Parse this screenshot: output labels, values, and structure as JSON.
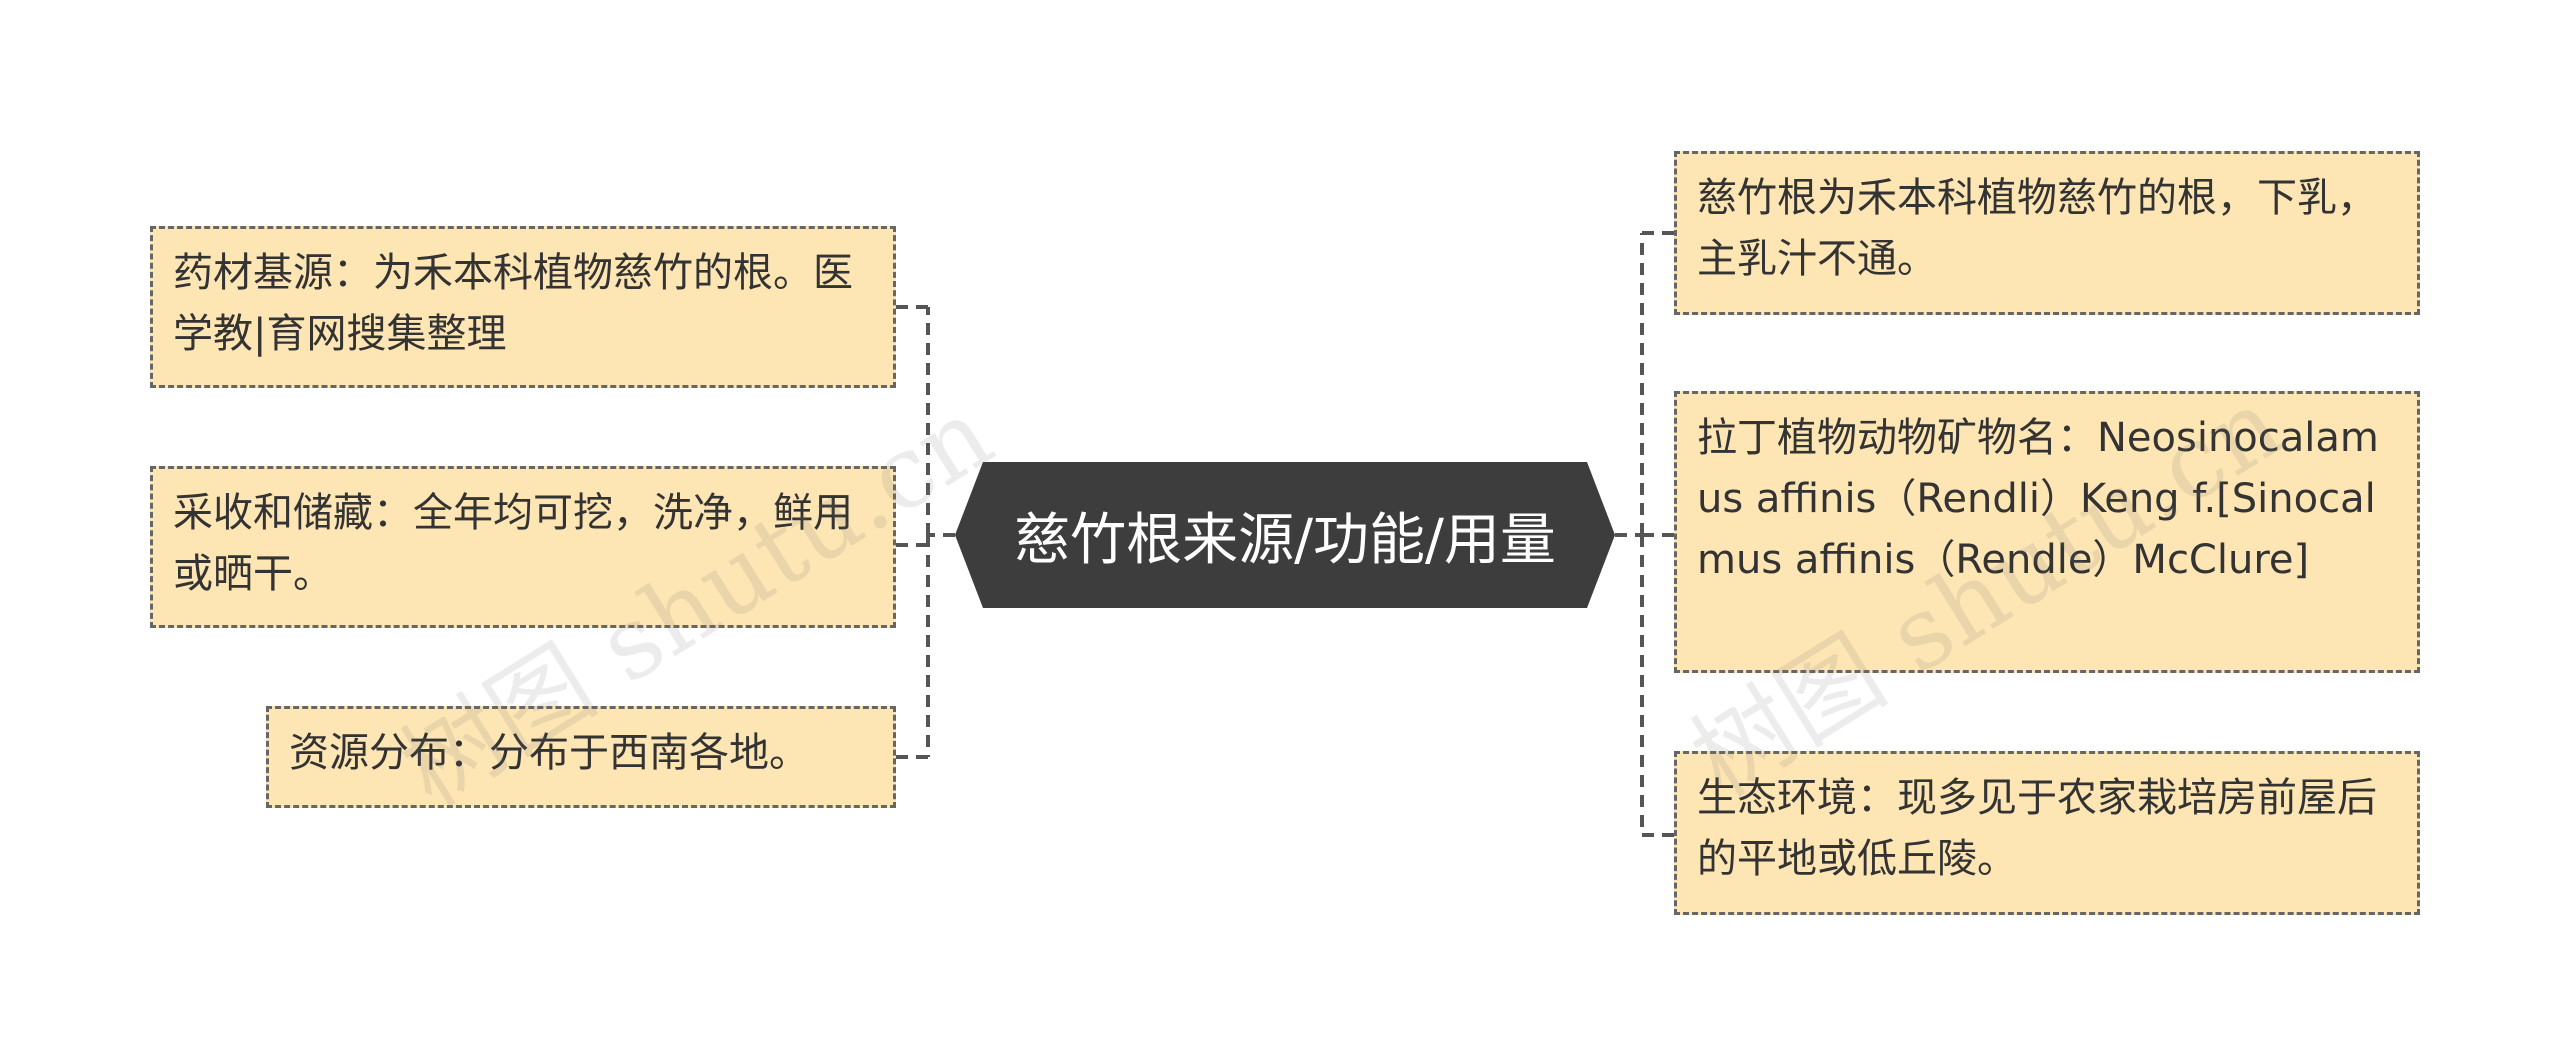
{
  "root": {
    "label": "慈竹根来源/功能/用量"
  },
  "left": [
    {
      "text": "药材基源：为禾本科植物慈竹的根。医学教|育网搜集整理"
    },
    {
      "text": "采收和储藏：全年均可挖，洗净，鲜用或晒干。"
    },
    {
      "text": "资源分布：分布于西南各地。"
    }
  ],
  "right": [
    {
      "text": "慈竹根为禾本科植物慈竹的根，下乳，主乳汁不通。"
    },
    {
      "text": "拉丁植物动物矿物名：Neosinocalamus affinis（Rendli）Keng f.[Sinocalmus affinis（Rendle）McClure]"
    },
    {
      "text": "生态环境：现多见于农家栽培房前屋后的平地或低丘陵。"
    }
  ],
  "watermark": {
    "text": "树图 shutu.cn"
  },
  "colors": {
    "root_fill": "#3d3d3d",
    "node_fill": "#fde5b4",
    "node_border": "#666666",
    "connector": "#555555"
  }
}
